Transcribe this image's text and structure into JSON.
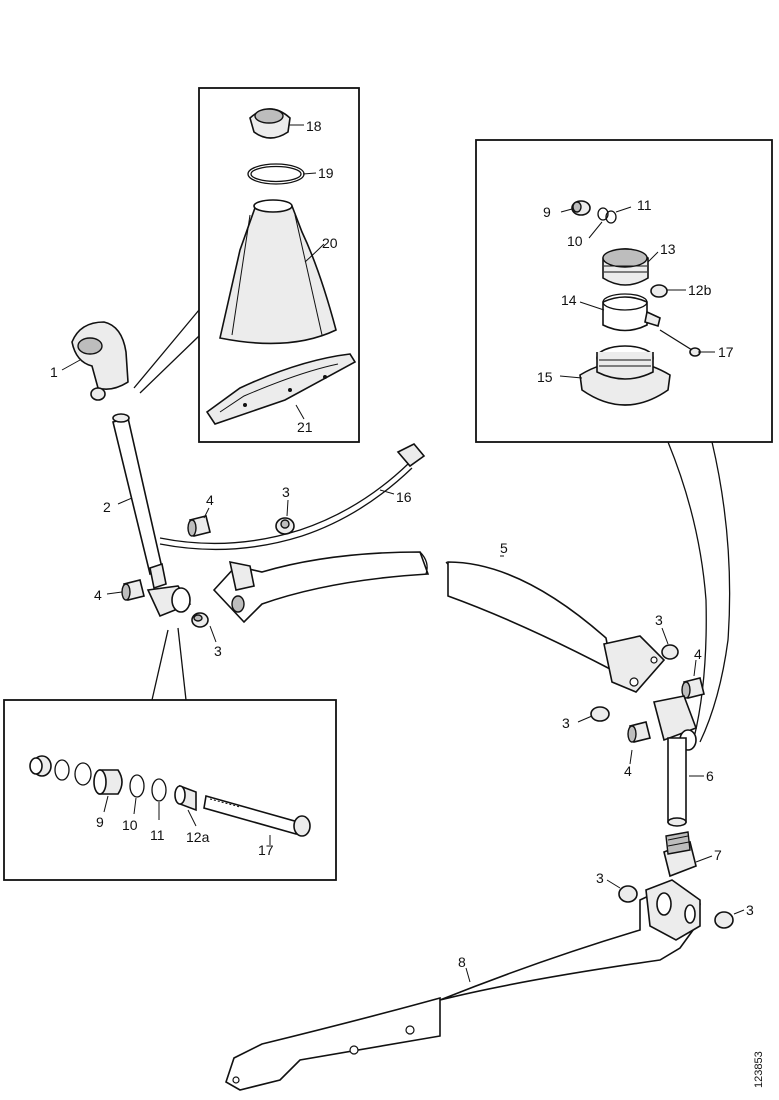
{
  "diagram": {
    "doc_id": "123853",
    "labels": {
      "p1": "1",
      "p2": "2",
      "p3a": "3",
      "p3b": "3",
      "p3c": "3",
      "p3d": "3",
      "p3e": "3",
      "p3f": "3",
      "p4a": "4",
      "p4b": "4",
      "p4c": "4",
      "p4d": "4",
      "p5": "5",
      "p6": "6",
      "p7": "7",
      "p8": "8",
      "p9a": "9",
      "p9b": "9",
      "p10a": "10",
      "p10b": "10",
      "p11a": "11",
      "p11b": "11",
      "p12a": "12a",
      "p12b": "12b",
      "p13": "13",
      "p14": "14",
      "p15": "15",
      "p16": "16",
      "p17a": "17",
      "p17b": "17",
      "p18": "18",
      "p19": "19",
      "p20": "20",
      "p21": "21"
    }
  }
}
